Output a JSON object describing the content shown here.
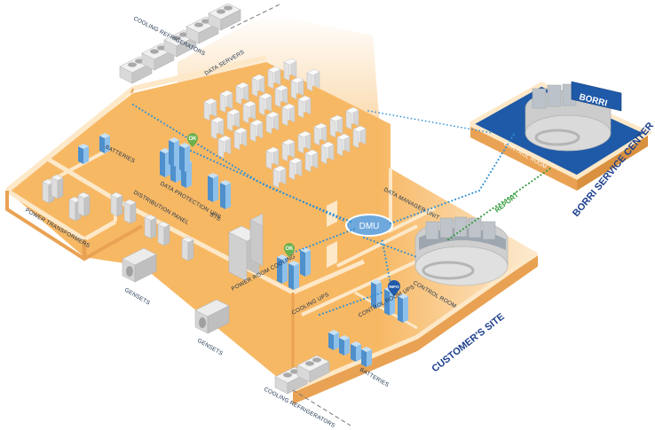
{
  "labels": {
    "cooling_refrigerators_top": "COOLING REFRIGERATORS",
    "cooling_refrigerators_bottom": "COOLING REFRIGERATORS",
    "data_servers": "DATA SERVERS",
    "batteries_top": "BATTERIES",
    "batteries_bottom": "BATTERIES",
    "power_transformers": "POWER TRANSFORMERS",
    "data_protection_ups": "DATA PROTECTION UPS",
    "distribution_panel": "DISTRIBUTION PANEL",
    "sts": "STS",
    "power_room_cooling": "POWER ROOM COOLING",
    "cooling_ups": "COOLING UPS",
    "control_room_ups": "CONTROL ROOM UPS",
    "control_room_customer": "CONTROL ROOM",
    "control_room_service": "CONTROL ROOM",
    "data_manager_unit": "DATA MANAGER UNIT",
    "gensets_1": "GENSETS",
    "gensets_2": "GENSETS",
    "customers_site": "CUSTOMER'S SITE",
    "borri_service_center": "BORRI SERVICE CENTER",
    "report": "REPORT",
    "dmu": "DMU",
    "brand": "BORRI"
  },
  "badges": {
    "ok_1": "OK",
    "ok_2": "OK",
    "info": "INFO"
  },
  "colors": {
    "floor": "#f7b864",
    "floor_light": "#fad3a0",
    "wall_top": "#fde8c8",
    "wall_side": "#e9a253",
    "server": "#e4e4e4",
    "ups_blue": "#6ea8dc",
    "service_blue": "#1f5aa8",
    "dots_blue": "#2b8fd6",
    "dots_green": "#2f9a3a",
    "title": "#1c3f8c"
  }
}
